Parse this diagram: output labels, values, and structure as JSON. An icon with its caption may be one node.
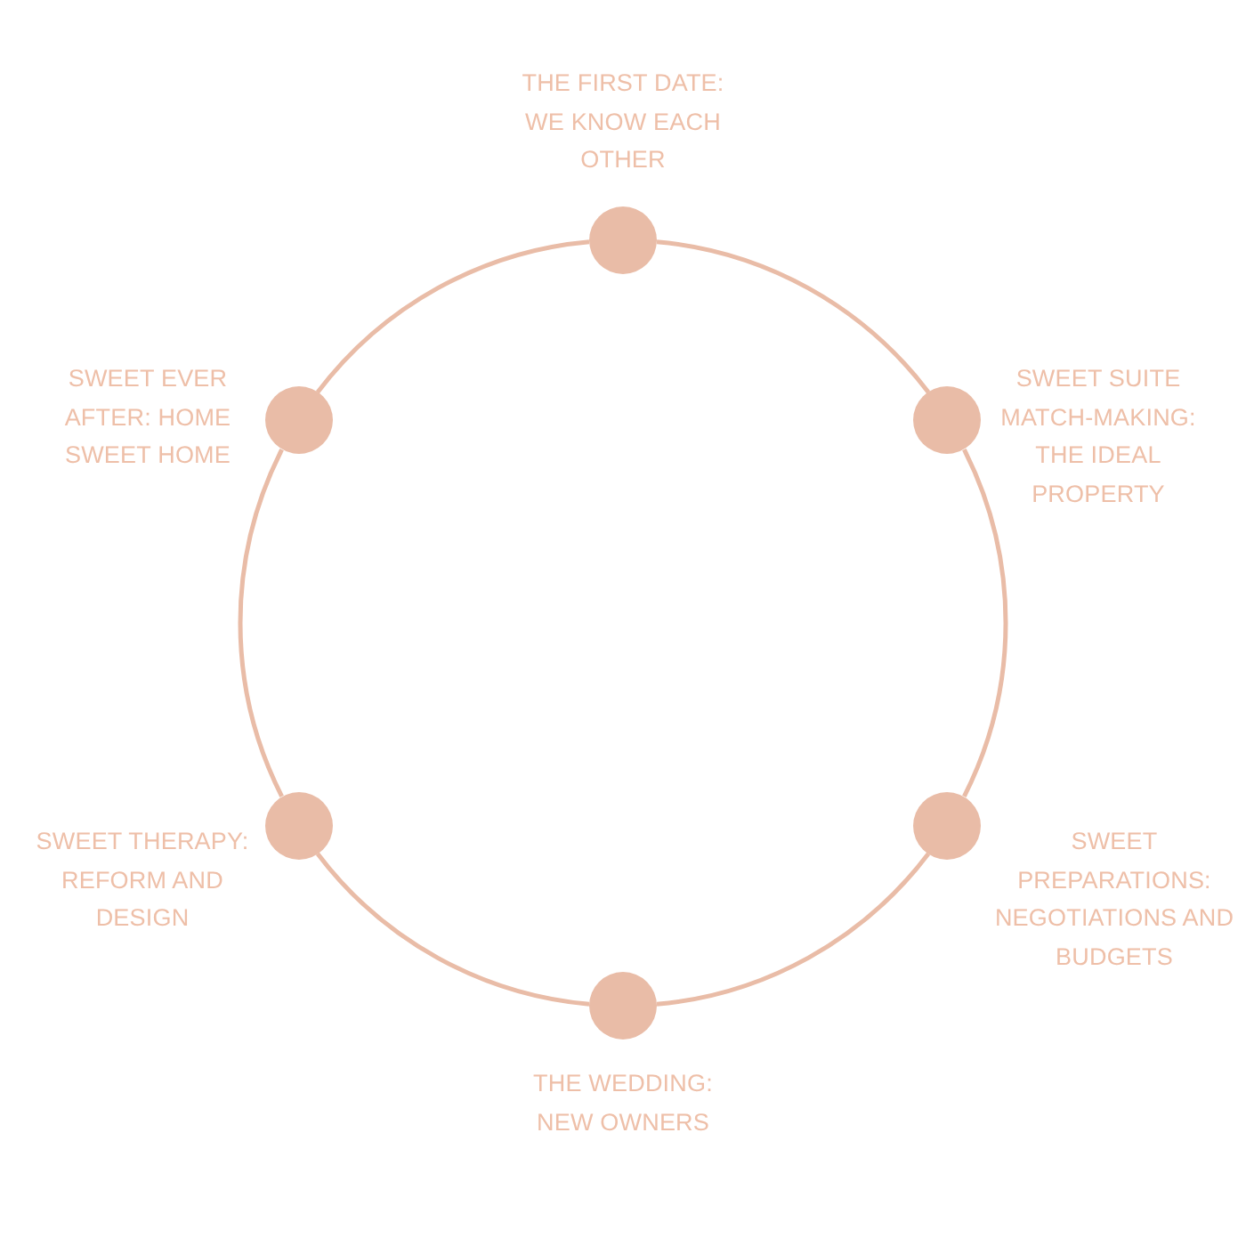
{
  "diagram": {
    "nodes": [
      {
        "text": [],
        "shape": "circle",
        "beside": [
          "THE FIRST DATE: WE KNOW EACH OTHER"
        ]
      },
      {
        "text": [],
        "shape": "circle",
        "beside": [
          "SWEET SUITE MATCH-MAKING: THE IDEAL PROPERTY"
        ]
      },
      {
        "text": [],
        "shape": "circle",
        "beside": [
          "SWEET PREPARATIONS: NEGOTIATIONS AND BUDGETS"
        ]
      },
      {
        "text": [],
        "shape": "circle",
        "beside": [
          "THE WEDDING: NEW OWNERS"
        ]
      },
      {
        "text": [],
        "shape": "circle",
        "beside": [
          "SWEET THERAPY: REFORM AND DESIGN"
        ]
      },
      {
        "text": [],
        "shape": "circle",
        "beside": [
          "SWEET EVER AFTER: HOME SWEET HOME"
        ]
      }
    ],
    "edges": [
      {
        "from": 0,
        "to": 1,
        "arrow": "none"
      },
      {
        "from": 1,
        "to": 2,
        "arrow": "none"
      },
      {
        "from": 2,
        "to": 3,
        "arrow": "none"
      },
      {
        "from": 3,
        "to": 4,
        "arrow": "none"
      },
      {
        "from": 4,
        "to": 5,
        "arrow": "none"
      },
      {
        "from": 5,
        "to": 0,
        "arrow": "none"
      }
    ]
  }
}
